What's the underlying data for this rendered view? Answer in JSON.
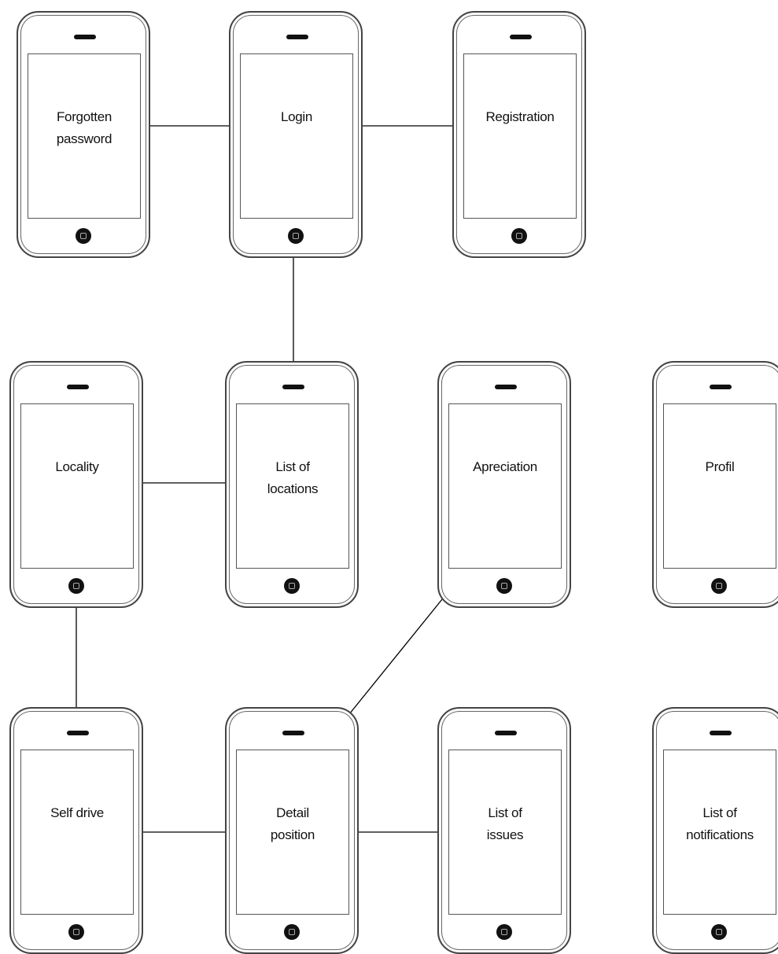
{
  "diagram": {
    "screens": [
      {
        "id": "forgotten-password",
        "label": "Forgotten\npassword"
      },
      {
        "id": "login",
        "label": "Login"
      },
      {
        "id": "registration",
        "label": "Registration"
      },
      {
        "id": "locality",
        "label": "Locality"
      },
      {
        "id": "list-of-locations",
        "label": "List of\nlocations"
      },
      {
        "id": "apreciation",
        "label": "Apreciation"
      },
      {
        "id": "profil",
        "label": "Profil"
      },
      {
        "id": "self-drive",
        "label": "Self drive"
      },
      {
        "id": "detail-position",
        "label": "Detail\nposition"
      },
      {
        "id": "list-of-issues",
        "label": "List of\nissues"
      },
      {
        "id": "list-of-notifications",
        "label": "List of\nnotifications"
      }
    ],
    "connections": [
      {
        "from": "forgotten-password",
        "to": "login"
      },
      {
        "from": "login",
        "to": "registration"
      },
      {
        "from": "login",
        "to": "list-of-locations"
      },
      {
        "from": "locality",
        "to": "list-of-locations"
      },
      {
        "from": "locality",
        "to": "self-drive"
      },
      {
        "from": "self-drive",
        "to": "detail-position"
      },
      {
        "from": "detail-position",
        "to": "list-of-issues"
      },
      {
        "from": "detail-position",
        "to": "apreciation"
      }
    ]
  }
}
